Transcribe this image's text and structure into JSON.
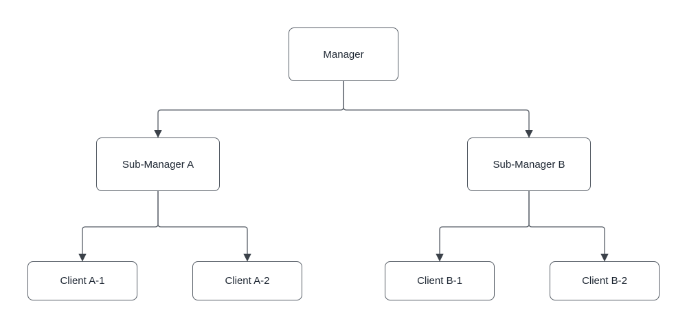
{
  "diagram": {
    "type": "org-chart",
    "title": "",
    "nodes": {
      "manager": {
        "label": "Manager",
        "level": 1
      },
      "sub_a": {
        "label": "Sub-Manager A",
        "level": 2
      },
      "sub_b": {
        "label": "Sub-Manager B",
        "level": 2
      },
      "client_a1": {
        "label": "Client A-1",
        "level": 3
      },
      "client_a2": {
        "label": "Client A-2",
        "level": 3
      },
      "client_b1": {
        "label": "Client B-1",
        "level": 3
      },
      "client_b2": {
        "label": "Client B-2",
        "level": 3
      }
    },
    "edges": [
      {
        "from": "Manager",
        "to": "Sub-Manager A"
      },
      {
        "from": "Manager",
        "to": "Sub-Manager B"
      },
      {
        "from": "Sub-Manager A",
        "to": "Client A-1"
      },
      {
        "from": "Sub-Manager A",
        "to": "Client A-2"
      },
      {
        "from": "Sub-Manager B",
        "to": "Client B-1"
      },
      {
        "from": "Sub-Manager B",
        "to": "Client B-2"
      }
    ],
    "colors": {
      "node_fill": "#ffffff",
      "node_border": "#545b64",
      "line": "#545b64",
      "arrowhead": "#3b4149",
      "text": "#1b2430",
      "background": "#ffffff"
    }
  }
}
